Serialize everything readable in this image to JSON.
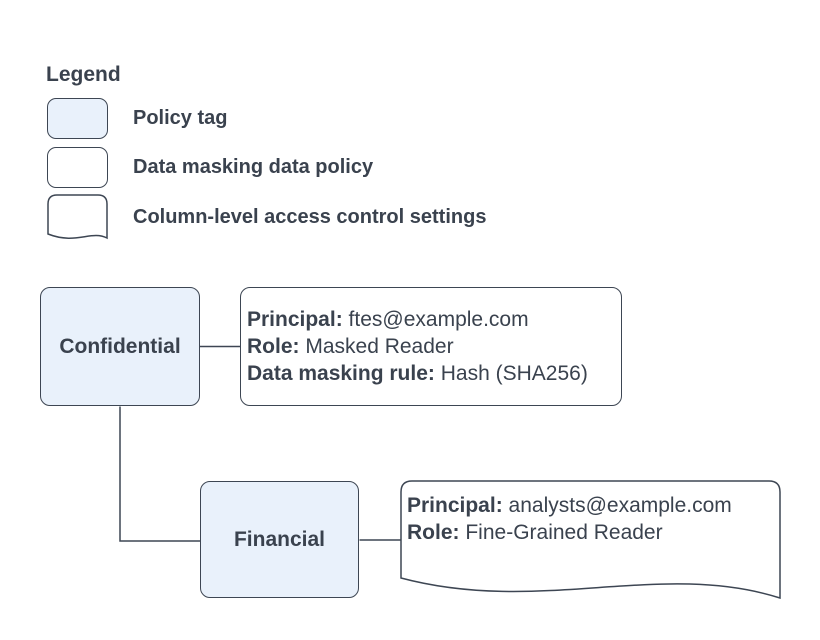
{
  "colors": {
    "policy_tag_fill": "#e9f1fb",
    "shape_stroke": "#3d4653",
    "text": "#3a424e",
    "background": "#ffffff"
  },
  "legend": {
    "title": "Legend",
    "items": [
      {
        "swatch": "policy-tag",
        "label": "Policy tag"
      },
      {
        "swatch": "data-masking-data-policy",
        "label": "Data masking data policy"
      },
      {
        "swatch": "column-level-access-control-settings",
        "label": "Column-level access control settings"
      }
    ]
  },
  "diagram": {
    "policy_tags": [
      {
        "label": "Confidential"
      },
      {
        "label": "Financial"
      }
    ],
    "data_masking_policy": {
      "lines": [
        {
          "label": "Principal:",
          "value": "ftes@example.com"
        },
        {
          "label": "Role:",
          "value": "Masked Reader"
        },
        {
          "label": "Data masking rule:",
          "value": "Hash (SHA256)"
        }
      ]
    },
    "column_access_settings": {
      "lines": [
        {
          "label": "Principal:",
          "value": "analysts@example.com"
        },
        {
          "label": "Role:",
          "value": "Fine-Grained Reader"
        }
      ]
    }
  }
}
